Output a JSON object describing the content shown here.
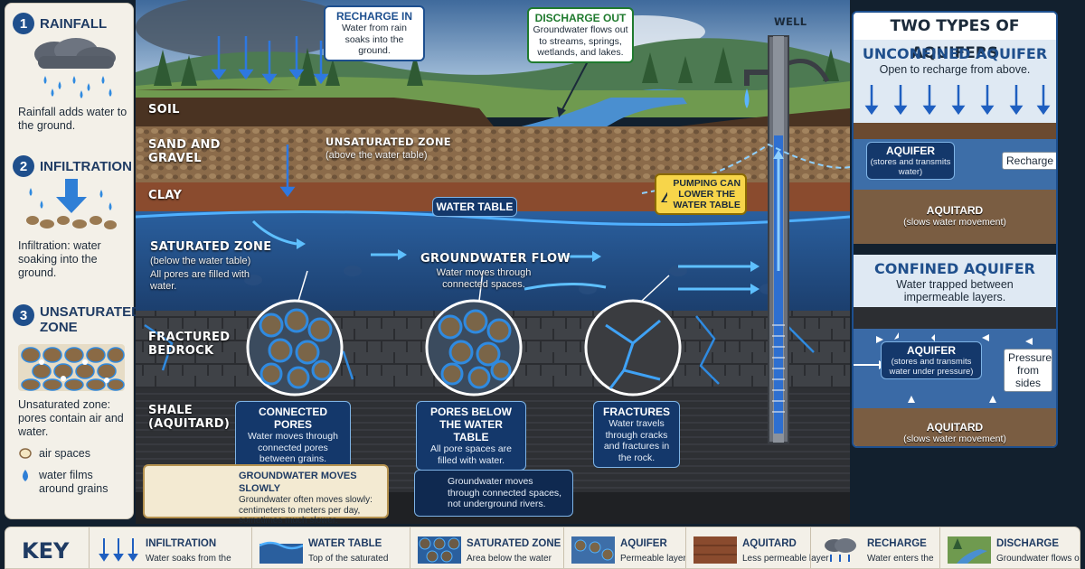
{
  "steps": [
    {
      "num": "1",
      "title": "RAINFALL",
      "desc": "Rainfall adds water to the ground."
    },
    {
      "num": "2",
      "title": "INFILTRATION",
      "desc": "Infiltration: water soaking into the ground."
    },
    {
      "num": "3",
      "title": "UNSATURATED ZONE",
      "desc": "Unsaturated zone: pores contain air and water."
    }
  ],
  "legend": {
    "air": "air spaces",
    "water": "water films around grains"
  },
  "scene": {
    "recharge": {
      "title": "RECHARGE IN",
      "desc": "Water from rain soaks into the ground."
    },
    "discharge": {
      "title": "DISCHARGE OUT",
      "desc": "Groundwater flows out to streams, springs, wetlands, and lakes."
    },
    "well": "WELL",
    "pumping": "PUMPING CAN LOWER THE WATER TABLE",
    "layers": {
      "soil": "SOIL",
      "sand": "SAND AND GRAVEL",
      "clay": "CLAY",
      "saturated": "SATURATED ZONE",
      "saturated_desc1": "(below the water table)",
      "saturated_desc2": "All pores are filled with water.",
      "bedrock": "FRACTURED BEDROCK",
      "shale": "SHALE (AQUITARD)"
    },
    "unsat_zone": {
      "title": "UNSATURATED ZONE",
      "desc": "(above the water table)"
    },
    "water_table": "WATER TABLE",
    "flow": {
      "title": "GROUNDWATER FLOW",
      "desc": "Water moves through connected spaces."
    },
    "pores": {
      "title": "CONNECTED PORES",
      "desc": "Water moves through connected pores between grains."
    },
    "pores_below": {
      "title": "PORES BELOW THE WATER TABLE",
      "desc": "All pore spaces are filled with water."
    },
    "fractures": {
      "title": "FRACTURES",
      "desc": "Water travels through cracks and fractures in the rock."
    },
    "slow": {
      "title": "GROUNDWATER MOVES SLOWLY",
      "desc": "Groundwater often moves slowly: centimeters to meters per day, sometimes much slower."
    },
    "rivers": {
      "desc": "Groundwater moves through connected spaces, not underground rivers."
    }
  },
  "aquifers": {
    "title": "TWO TYPES OF AQUIFERS",
    "unconfined": {
      "title": "UNCONFINED AQUIFER",
      "desc": "Open to recharge from above.",
      "aquifer_title": "AQUIFER",
      "aquifer_desc": "(stores and transmits water)",
      "tag": "Recharge",
      "aquitard": "AQUITARD",
      "aquitard_desc": "(slows water movement)"
    },
    "confined": {
      "title": "CONFINED AQUIFER",
      "desc": "Water trapped between impermeable layers.",
      "aquifer_title": "AQUIFER",
      "aquifer_desc": "(stores and transmits water under pressure)",
      "tag": "Pressure from sides",
      "aquitard": "AQUITARD",
      "aquitard_desc": "(slows water movement)"
    }
  },
  "key": {
    "title": "KEY",
    "items": [
      {
        "title": "INFILTRATION",
        "desc": "Water soaks from the"
      },
      {
        "title": "WATER TABLE",
        "desc": "Top of the saturated"
      },
      {
        "title": "SATURATED ZONE",
        "desc": "Area below the water"
      },
      {
        "title": "AQUIFER",
        "desc": "Permeable layer"
      },
      {
        "title": "AQUITARD",
        "desc": "Less permeable layer"
      },
      {
        "title": "RECHARGE",
        "desc": "Water enters the"
      },
      {
        "title": "DISCHARGE",
        "desc": "Groundwater flows out"
      }
    ]
  },
  "colors": {
    "accent": "#1f4f8c",
    "water": "#2f8ae0",
    "discharge": "#1f7a2e",
    "warning": "#f2c230"
  }
}
